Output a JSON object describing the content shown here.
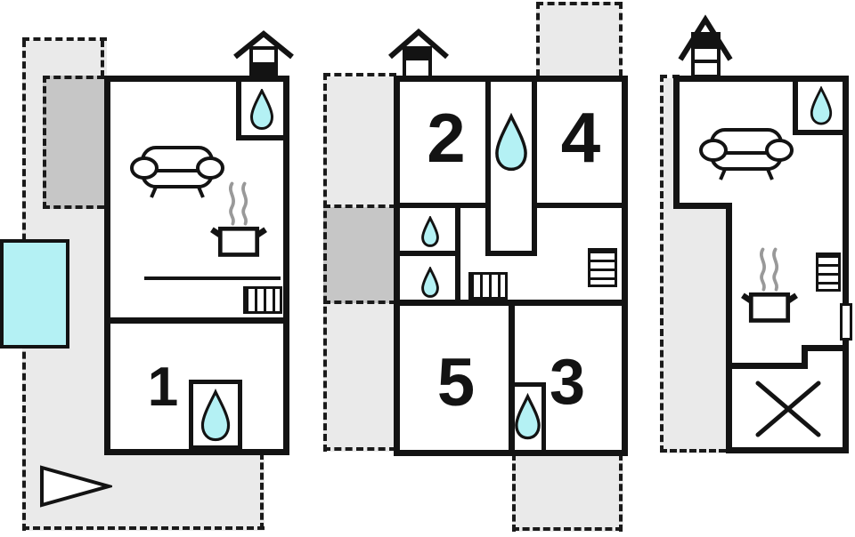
{
  "document": {
    "kind": "holiday-home floor plan sketch",
    "floor_units": 3
  },
  "rooms": {
    "r1": "1",
    "r2": "2",
    "r3": "3",
    "r4": "4",
    "r5": "5"
  },
  "colors": {
    "wall": "#131313",
    "terrace_light": "#eaeaea",
    "terrace_dark": "#c6c6c6",
    "water_feature": "#b4f1f4",
    "steam": "#999999"
  },
  "icons": {
    "water_drop": "shower-or-washbasin",
    "sofa": "sofa",
    "pot_with_steam": "kitchen-stove",
    "radiator": "radiator",
    "chimney": "roof-chimney-vent",
    "pool": "plunge-pool",
    "arrow": "entrance-direction",
    "x_mark": "staircase-void"
  }
}
